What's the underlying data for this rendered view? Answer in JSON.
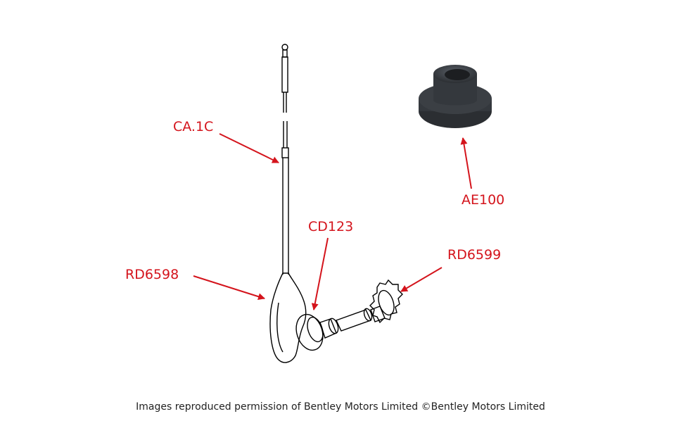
{
  "callouts": {
    "antenna_mast": "CA.1C",
    "grommet": "AE100",
    "swivel": "CD123",
    "base_housing": "RD6598",
    "mounting_nut": "RD6599"
  },
  "colors": {
    "label": "#d4141c",
    "line_art": "#000000",
    "grommet": "#3b3f44"
  },
  "footer": {
    "credit": "Images reproduced permission of Bentley Motors Limited ©Bentley Motors Limited"
  }
}
